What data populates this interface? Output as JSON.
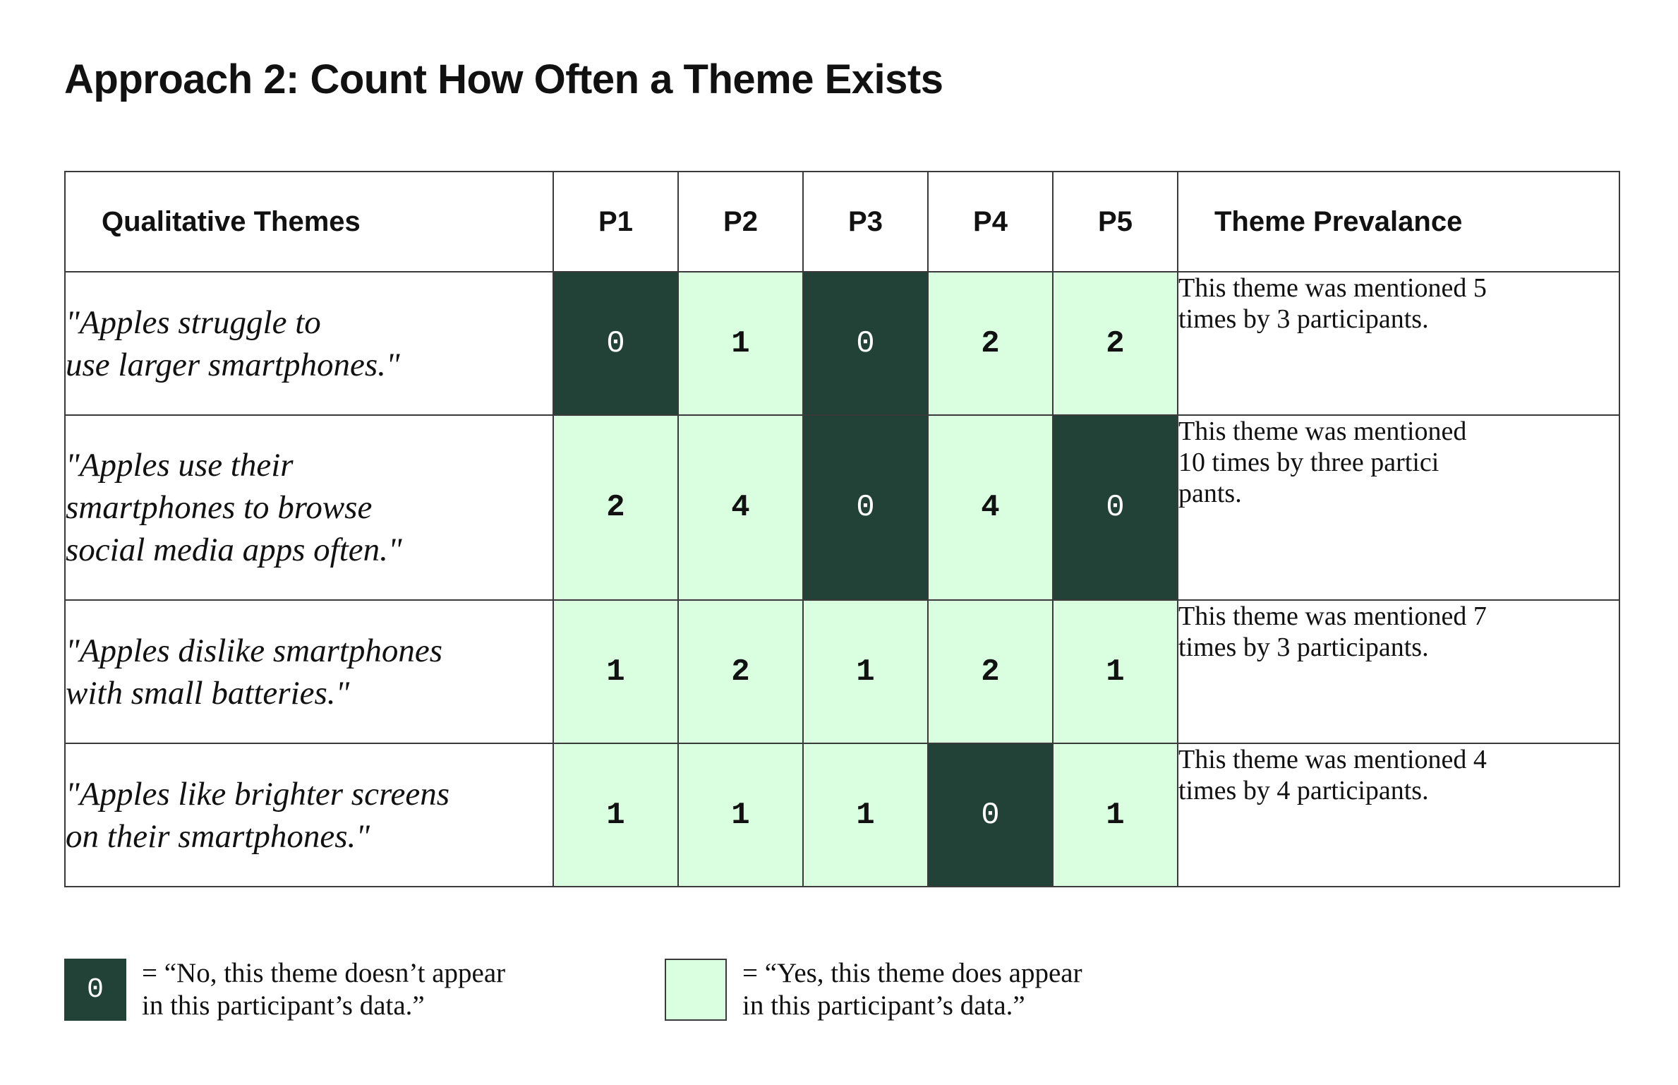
{
  "title": "Approach 2: Count How Often a Theme Exists",
  "colors": {
    "no": "#224238",
    "yes": "#d9ffe0",
    "border": "#3a3a3a",
    "text": "#111111"
  },
  "chart_data": {
    "type": "table",
    "columns": [
      "Qualitative Themes",
      "P1",
      "P2",
      "P3",
      "P4",
      "P5",
      "Theme Prevalance"
    ],
    "rows": [
      {
        "theme": "\"Apples struggle to\nuse larger smartphones.\"",
        "values": [
          0,
          1,
          0,
          2,
          2
        ],
        "prevalence": "This theme was mentioned 5\ntimes by 3 participants."
      },
      {
        "theme": "\"Apples use their\nsmartphones to browse\nsocial media apps often.\"",
        "values": [
          2,
          4,
          0,
          4,
          0
        ],
        "prevalence": "This theme was mentioned\n10 times by three partici\npants."
      },
      {
        "theme": "\"Apples dislike smartphones\nwith small batteries.\"",
        "values": [
          1,
          2,
          1,
          2,
          1
        ],
        "prevalence": "This theme was mentioned 7\ntimes by 3 participants."
      },
      {
        "theme": "\"Apples like brighter screens\non their smartphones.\"",
        "values": [
          1,
          1,
          1,
          0,
          1
        ],
        "prevalence": "This theme was mentioned 4\ntimes by 4 participants."
      }
    ]
  },
  "legend": [
    {
      "swatch_label": "0",
      "state": "no",
      "text": "= “No, this theme doesn’t appear\nin this participant’s data.”"
    },
    {
      "swatch_label": "",
      "state": "yes",
      "text": "= “Yes, this theme does appear\nin this participant’s data.”"
    }
  ]
}
